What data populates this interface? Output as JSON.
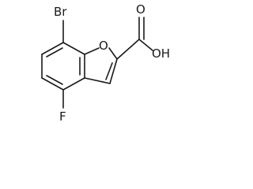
{
  "molecule": {
    "atoms": {
      "br": "Br",
      "o_ring": "O",
      "o_carbonyl": "O",
      "oh": "OH",
      "f": "F"
    },
    "colors": {
      "ink": "#1a1a1a",
      "background": "#ffffff"
    }
  }
}
